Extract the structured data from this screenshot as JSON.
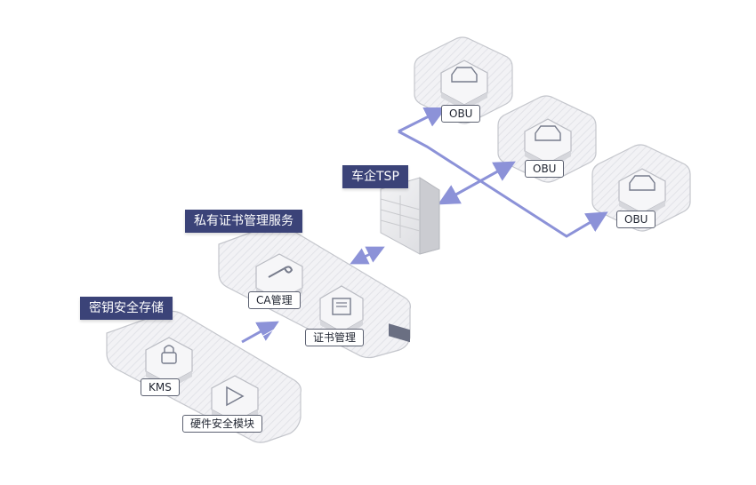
{
  "colors": {
    "accent": "#3b4378",
    "arrow": "#8c92d8",
    "platform_fill": "#f1f1f4",
    "platform_stroke": "#c4c6cc"
  },
  "groups": {
    "key_storage": {
      "title": "密钥安全存储",
      "nodes": [
        {
          "label": "KMS",
          "icon": "lock-shield-icon"
        },
        {
          "label": "硬件安全模块",
          "icon": "play-shield-icon"
        }
      ]
    },
    "private_ca": {
      "title": "私有证书管理服务",
      "nodes": [
        {
          "label": "CA管理",
          "icon": "wrench-shield-icon"
        },
        {
          "label": "证书管理",
          "icon": "certificate-icon"
        }
      ]
    },
    "tsp": {
      "title": "车企TSP",
      "icon": "firewall-icon"
    },
    "obus": [
      {
        "label": "OBU",
        "icon": "car-icon"
      },
      {
        "label": "OBU",
        "icon": "car-icon"
      },
      {
        "label": "OBU",
        "icon": "car-icon"
      }
    ]
  }
}
